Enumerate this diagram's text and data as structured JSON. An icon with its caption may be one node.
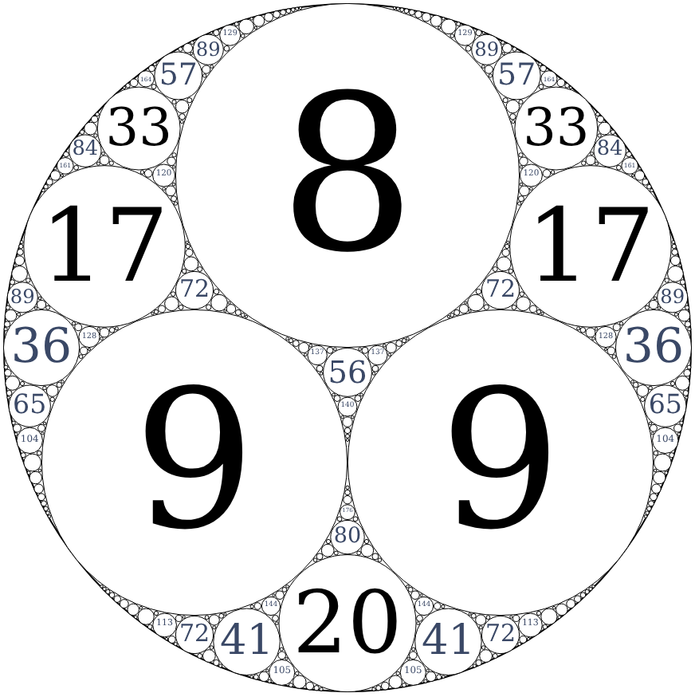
{
  "diagram": {
    "nodes": [
      {
        "text": [],
        "shape": "circle"
      },
      {
        "text": [
          "8"
        ],
        "in": 0
      },
      {
        "text": [
          "9"
        ],
        "in": 0
      },
      {
        "text": [
          "9"
        ],
        "in": 0
      },
      {
        "text": [
          "17"
        ],
        "in": 0
      },
      {
        "text": [
          "17"
        ],
        "in": 0
      },
      {
        "text": [
          "56"
        ],
        "in": 0
      },
      {
        "text": [
          "20"
        ],
        "in": 0
      },
      {
        "text": [
          "33"
        ],
        "in": 0
      },
      {
        "text": [
          "33"
        ],
        "in": 0
      },
      {
        "text": [
          "36"
        ],
        "in": 0
      },
      {
        "text": [
          "36"
        ],
        "in": 0
      },
      {
        "text": [
          "72"
        ],
        "in": 0
      },
      {
        "text": [
          "72"
        ],
        "in": 0
      },
      {
        "text": [
          "137"
        ],
        "in": 0
      },
      {
        "text": [
          "137"
        ],
        "in": 0
      },
      {
        "text": [
          "140"
        ],
        "in": 0
      },
      {
        "text": [
          "41"
        ],
        "in": 0
      },
      {
        "text": [
          "41"
        ],
        "in": 0
      },
      {
        "text": [
          "80"
        ],
        "in": 0
      },
      {
        "text": [
          "57"
        ],
        "in": 0
      },
      {
        "text": [
          "57"
        ],
        "in": 0
      },
      {
        "text": [
          "84"
        ],
        "in": 0
      },
      {
        "text": [
          "84"
        ],
        "in": 0
      },
      {
        "text": [
          "120"
        ],
        "in": 0
      },
      {
        "text": [
          "120"
        ],
        "in": 0
      },
      {
        "text": [
          "65"
        ],
        "in": 0
      },
      {
        "text": [
          "65"
        ],
        "in": 0
      },
      {
        "text": [
          "89"
        ],
        "in": 0
      },
      {
        "text": [
          "89"
        ],
        "in": 0
      },
      {
        "text": [
          "128"
        ],
        "in": 0
      },
      {
        "text": [
          "128"
        ],
        "in": 0
      },
      {
        "text": [
          "72"
        ],
        "in": 0
      },
      {
        "text": [
          "72"
        ],
        "in": 0
      },
      {
        "text": [
          "105"
        ],
        "in": 0
      },
      {
        "text": [
          "105"
        ],
        "in": 0
      },
      {
        "text": [
          "144"
        ],
        "in": 0
      },
      {
        "text": [
          "144"
        ],
        "in": 0
      },
      {
        "text": [
          "176"
        ],
        "in": 0
      },
      {
        "text": [
          "89"
        ],
        "in": 0
      },
      {
        "text": [
          "89"
        ],
        "in": 0
      },
      {
        "text": [
          "164"
        ],
        "in": 0
      },
      {
        "text": [
          "164"
        ],
        "in": 0
      },
      {
        "text": [
          "161"
        ],
        "in": 0
      },
      {
        "text": [
          "161"
        ],
        "in": 0
      },
      {
        "text": [
          "104"
        ],
        "in": 0
      },
      {
        "text": [
          "104"
        ],
        "in": 0
      },
      {
        "text": [
          "113"
        ],
        "in": 0
      },
      {
        "text": [
          "113"
        ],
        "in": 0
      },
      {
        "text": [
          "129"
        ],
        "in": 0
      },
      {
        "text": [
          "129"
        ],
        "in": 0
      }
    ]
  }
}
